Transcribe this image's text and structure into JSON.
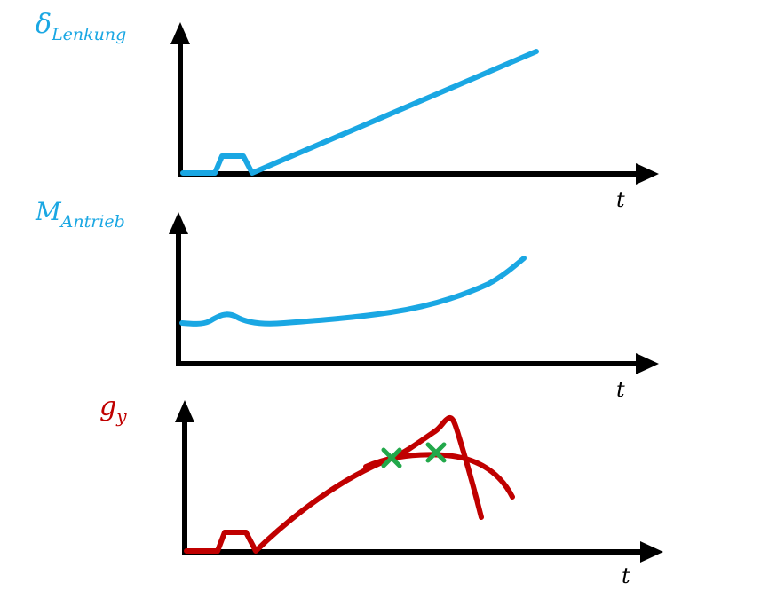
{
  "colors": {
    "axis": "#000000",
    "blue": "#1aa7e3",
    "red": "#c00000",
    "green": "#22a84a"
  },
  "panels": [
    {
      "label_main": "δ",
      "label_sub": "Lenkung",
      "label_color": "#1aa7e3",
      "time_label": "t"
    },
    {
      "label_main": "M",
      "label_sub": "Antrieb",
      "label_color": "#1aa7e3",
      "time_label": "t"
    },
    {
      "label_main": "g",
      "label_sub": "y",
      "label_color": "#c00000",
      "time_label": "t"
    }
  ]
}
